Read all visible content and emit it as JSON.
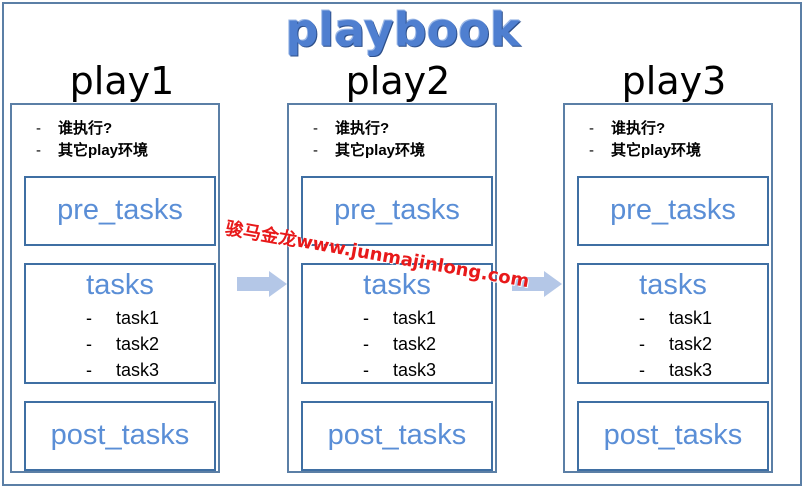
{
  "title": "playbook",
  "plays": [
    {
      "name": "play1",
      "notes": [
        "谁执行?",
        "其它play环境"
      ],
      "note_dash": "-",
      "pre_tasks": "pre_tasks",
      "tasks_label": "tasks",
      "tasks": [
        "task1",
        "task2",
        "task3"
      ],
      "task_dash": "-",
      "post_tasks": "post_tasks"
    },
    {
      "name": "play2",
      "notes": [
        "谁执行?",
        "其它play环境"
      ],
      "note_dash": "-",
      "pre_tasks": "pre_tasks",
      "tasks_label": "tasks",
      "tasks": [
        "task1",
        "task2",
        "task3"
      ],
      "task_dash": "-",
      "post_tasks": "post_tasks"
    },
    {
      "name": "play3",
      "notes": [
        "谁执行?",
        "其它play环境"
      ],
      "note_dash": "-",
      "pre_tasks": "pre_tasks",
      "tasks_label": "tasks",
      "tasks": [
        "task1",
        "task2",
        "task3"
      ],
      "task_dash": "-",
      "post_tasks": "post_tasks"
    }
  ],
  "watermark": "骏马金龙www.junmajinlong.com",
  "colors": {
    "border": "#5b7fa6",
    "title": "#4f7fd0",
    "sub_label": "#5a8ed6",
    "arrow": "#b4c7e7",
    "watermark": "#e8191a"
  }
}
